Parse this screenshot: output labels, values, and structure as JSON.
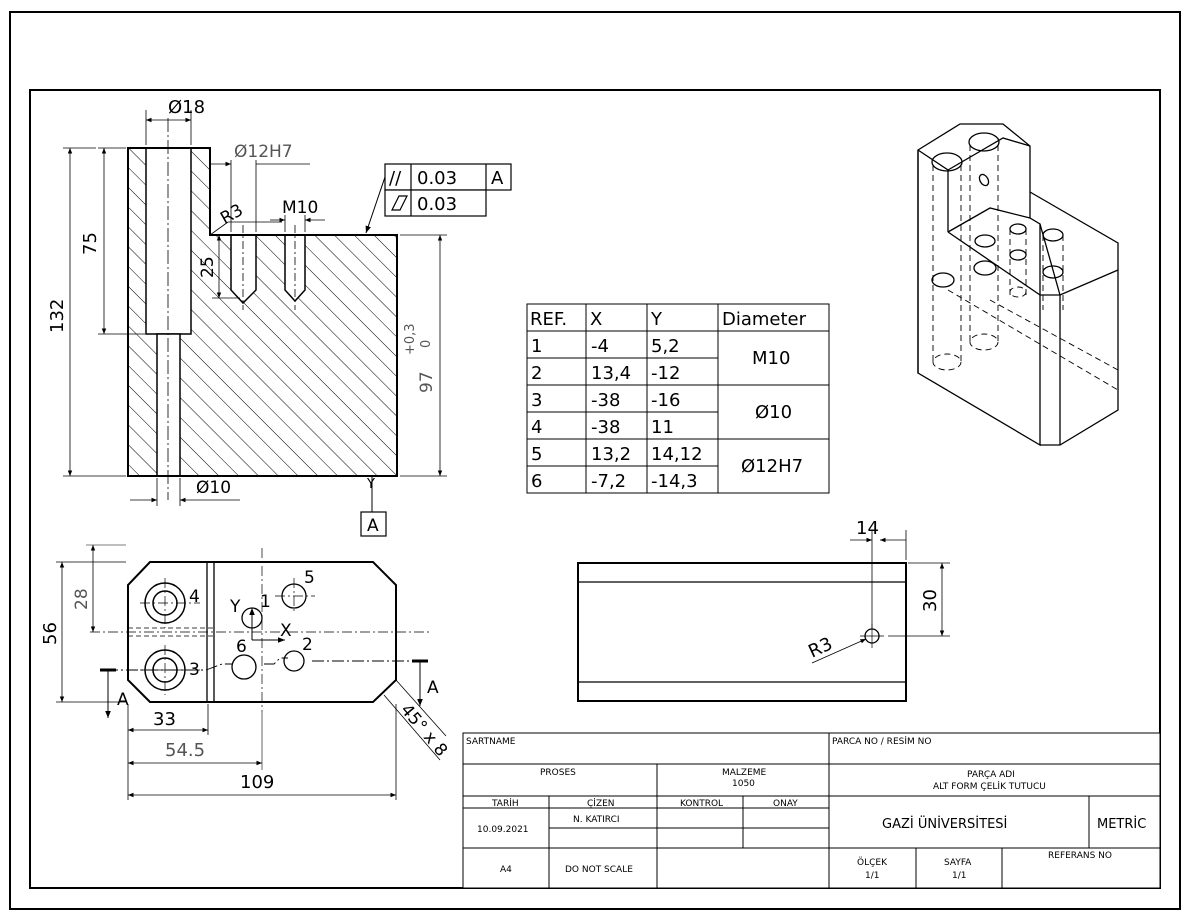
{
  "front_view": {
    "dim_phi18": "Ø18",
    "dim_phi12h7": "Ø12H7",
    "dim_r3": "R3",
    "dim_m10": "M10",
    "dim_75": "75",
    "dim_132": "132",
    "dim_25": "25",
    "dim_97": "97",
    "tol_plus": "+0,3",
    "tol_zero": "0",
    "dim_phi10": "Ø10",
    "datum_label": "A",
    "datum_arrow": "Y"
  },
  "feature_control": {
    "row1_symbol": "//",
    "row1_value": "0.03",
    "row1_datum": "A",
    "row2_value": "0.03"
  },
  "hole_table": {
    "headers": [
      "REF.",
      "X",
      "Y",
      "Diameter"
    ],
    "rows": [
      {
        "ref": "1",
        "x": "-4",
        "y": "5,2"
      },
      {
        "ref": "2",
        "x": "13,4",
        "y": "-12"
      },
      {
        "ref": "3",
        "x": "-38",
        "y": "-16"
      },
      {
        "ref": "4",
        "x": "-38",
        "y": "11"
      },
      {
        "ref": "5",
        "x": "13,2",
        "y": "14,12"
      },
      {
        "ref": "6",
        "x": "-7,2",
        "y": "-14,3"
      }
    ],
    "diameters": [
      "M10",
      "Ø10",
      "Ø12H7"
    ]
  },
  "top_view": {
    "dim_56": "56",
    "dim_28": "28",
    "dim_33": "33",
    "dim_54_5": "54.5",
    "dim_109": "109",
    "chamfer": "45° x 8",
    "section_a_left": "A",
    "section_a_right": "A",
    "axis_x": "X",
    "axis_y": "Y",
    "hole_labels": [
      "1",
      "2",
      "3",
      "4",
      "5",
      "6"
    ]
  },
  "side_view": {
    "dim_14": "14",
    "dim_30": "30",
    "dim_r3": "R3"
  },
  "title_block": {
    "sartname": "SARTNAME",
    "parca_no": "PARCA NO / RESİM NO",
    "proses": "PROSES",
    "malzeme": "MALZEME",
    "malzeme_value": "1050",
    "parca_adi": "PARÇA ADI",
    "parca_adi_value": "ALT FORM ÇELİK TUTUCU",
    "tarih": "TARİH",
    "cizen": "ÇİZEN",
    "kontrol": "KONTROL",
    "onay": "ONAY",
    "tarih_value": "10.09.2021",
    "cizen_value": "N. KATIRCI",
    "university": "GAZİ ÜNİVERSİTESİ",
    "metric": "METRİC",
    "paper": "A4",
    "do_not_scale": "DO NOT SCALE",
    "olcek": "ÖLÇEK",
    "olcek_value": "1/1",
    "sayfa": "SAYFA",
    "sayfa_value": "1/1",
    "referans_no": "REFERANS NO"
  }
}
